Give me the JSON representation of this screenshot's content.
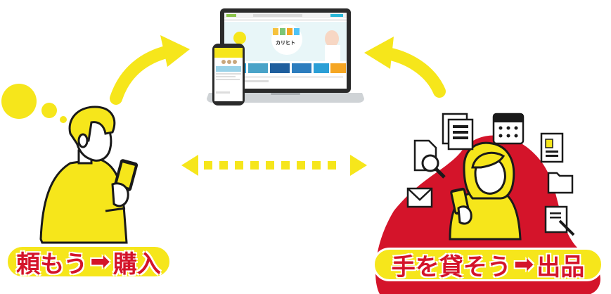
{
  "labels": {
    "borrow_part1": "頼もう",
    "borrow_part2": "購入",
    "lend_part1": "手を貸そう",
    "lend_part2": "出品"
  },
  "site_preview": {
    "logo_text": "カリヒト"
  },
  "colors": {
    "accent_yellow": "#f6e61b",
    "accent_red": "#d4142a",
    "dark": "#1a1a1a"
  },
  "icons": {
    "flow_arrow": "right-arrow",
    "exchange_arrow": "double-dotted-arrow"
  }
}
